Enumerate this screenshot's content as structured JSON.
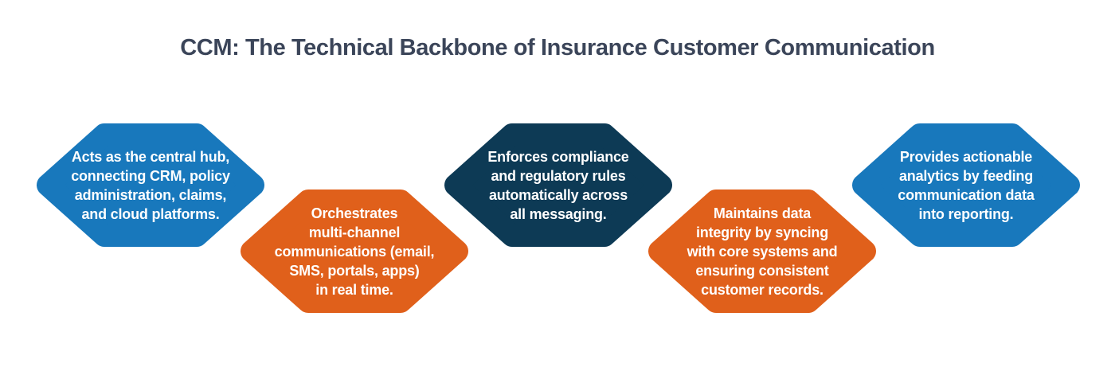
{
  "title": "CCM: The Technical Backbone of Insurance Customer Communication",
  "colors": {
    "blue": "#1878BC",
    "orange": "#E0601B",
    "navy": "#0D3A55",
    "title": "#3B4559"
  },
  "hexagons": [
    {
      "name": "central-hub",
      "color": "blue",
      "text": "Acts as the central hub,\nconnecting CRM, policy\nadministration, claims,\nand cloud platforms."
    },
    {
      "name": "multi-channel",
      "color": "orange",
      "text": "Orchestrates\nmulti-channel\ncommunications (email,\nSMS, portals, apps)\nin real time."
    },
    {
      "name": "compliance",
      "color": "navy",
      "text": "Enforces compliance\nand regulatory rules\nautomatically across\nall messaging."
    },
    {
      "name": "data-integrity",
      "color": "orange",
      "text": "Maintains data\nintegrity by syncing\nwith core systems and\nensuring consistent\ncustomer records."
    },
    {
      "name": "analytics",
      "color": "blue",
      "text": "Provides actionable\nanalytics by feeding\ncommunication data\ninto reporting."
    }
  ]
}
